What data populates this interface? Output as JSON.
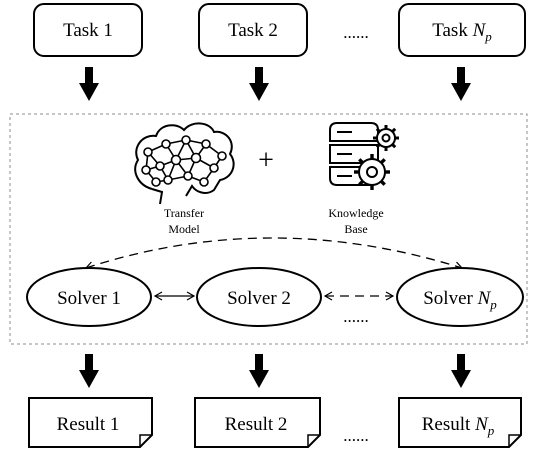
{
  "tasks": {
    "task1": "Task 1",
    "task2": "Task 2",
    "task_np_base": "Task ",
    "task_np_var": "N",
    "task_np_sub": "p"
  },
  "ellipsis_tasks": "......",
  "model": {
    "plus": "+",
    "transfer_line1": "Transfer",
    "transfer_line2": "Model",
    "kb_line1": "Knowledge",
    "kb_line2": "Base"
  },
  "solvers": {
    "solver1": "Solver 1",
    "solver2": "Solver 2",
    "solver_np_base": "Solver ",
    "solver_np_var": "N",
    "solver_np_sub": "p"
  },
  "ellipsis_solvers": "......",
  "results": {
    "result1": "Result 1",
    "result2": "Result 2",
    "result_np_base": "Result ",
    "result_np_var": "N",
    "result_np_sub": "p"
  },
  "ellipsis_results": "......",
  "icons": {
    "brain": "brain-network-icon",
    "database": "database-gears-icon"
  }
}
